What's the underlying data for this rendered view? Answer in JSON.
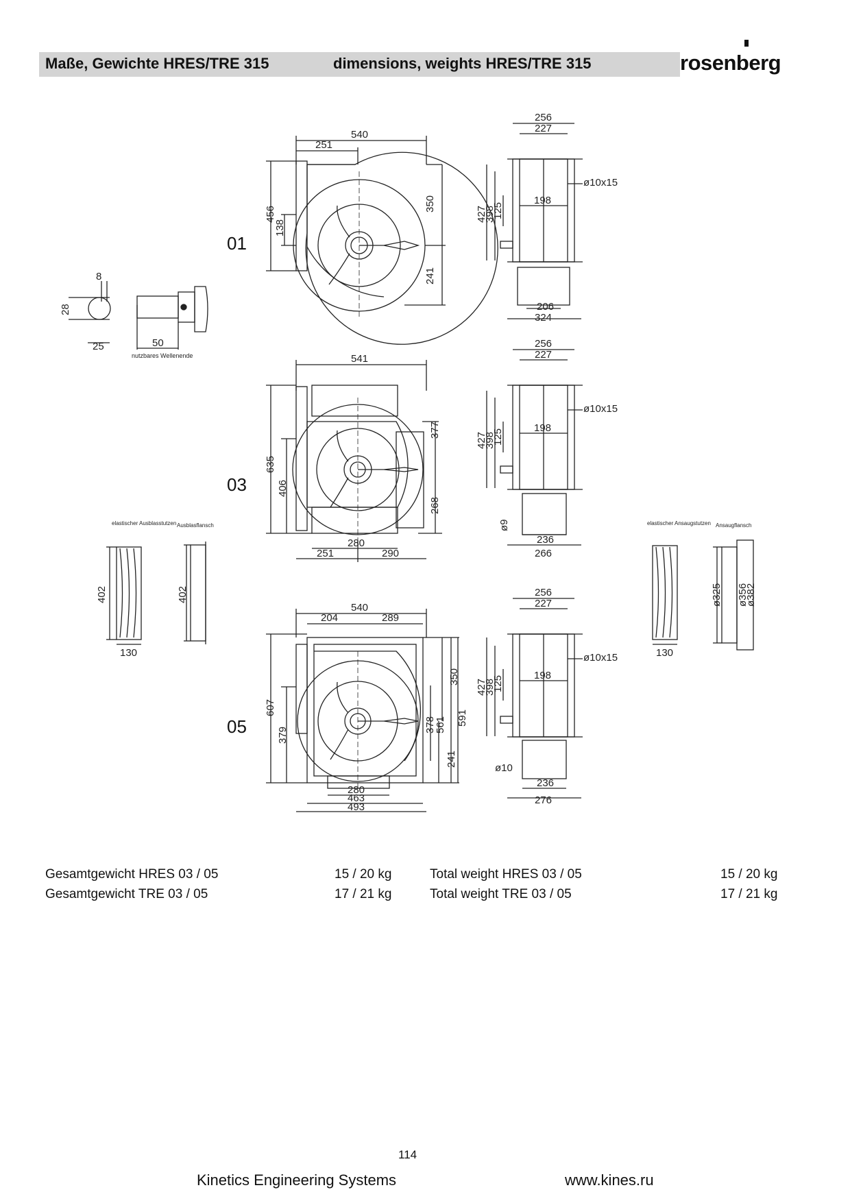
{
  "header": {
    "title_de": "Maße, Gewichte HRES/TRE 315",
    "title_en": "dimensions, weights HRES/TRE 315",
    "logo": "rosenberg"
  },
  "variants": [
    "01",
    "03",
    "05"
  ],
  "dims": {
    "v01_front": {
      "w540": "540",
      "w251": "251",
      "h456": "456",
      "h138": "138",
      "h350": "350",
      "h241": "241"
    },
    "v01_side": {
      "w256": "256",
      "w227": "227",
      "hole": "ø10x15",
      "w198": "198",
      "h427": "427",
      "h398": "398",
      "h125": "125",
      "w206": "206",
      "w324": "324"
    },
    "shaft": {
      "d8": "8",
      "h28": "28",
      "w25": "25",
      "w50": "50",
      "note": "nutzbares Wellenende"
    },
    "v03_front": {
      "w541": "541",
      "h635": "635",
      "h406": "406",
      "h377": "377",
      "h268": "268",
      "w280": "280",
      "w251": "251",
      "w290": "290"
    },
    "v03_side": {
      "w256": "256",
      "w227": "227",
      "hole": "ø10x15",
      "w198": "198",
      "h427": "427",
      "h398": "398",
      "h125": "125",
      "d9": "ø9",
      "w236": "236",
      "w266": "266"
    },
    "v05_front": {
      "w540": "540",
      "w204": "204",
      "w289": "289",
      "h607": "607",
      "h379": "379",
      "h350": "350",
      "h378": "378",
      "h561": "561",
      "h591": "591",
      "h241": "241",
      "w280": "280",
      "w463": "463",
      "w493": "493"
    },
    "v05_side": {
      "w256": "256",
      "w227": "227",
      "hole": "ø10x15",
      "w198": "198",
      "h427": "427",
      "h398": "398",
      "h125": "125",
      "d10": "ø10",
      "w236": "236",
      "w276": "276"
    },
    "acc_outlet_elastic": {
      "label": "elastischer Ausblasstutzen",
      "h": "402",
      "w": "130"
    },
    "acc_outlet_flange": {
      "label": "Ausblasflansch",
      "h": "402"
    },
    "acc_inlet_elastic": {
      "label": "elastischer Ansaugstutzen",
      "w": "130"
    },
    "acc_inlet_flange": {
      "label": "Ansaugflansch",
      "d325": "ø325",
      "d356": "ø356",
      "d382": "ø382"
    }
  },
  "weights": [
    {
      "label_de": "Gesamtgewicht HRES 03 / 05",
      "value_de": "15 / 20 kg",
      "label_en": "Total weight HRES  03 / 05",
      "value_en": "15 / 20 kg"
    },
    {
      "label_de": "Gesamtgewicht TRE 03 / 05",
      "value_de": "17 / 21 kg",
      "label_en": "Total weight TRE 03 / 05",
      "value_en": "17 / 21 kg"
    }
  ],
  "footer": {
    "page_number": "114",
    "company": "Kinetics Engineering Systems",
    "website": "www.kines.ru"
  }
}
